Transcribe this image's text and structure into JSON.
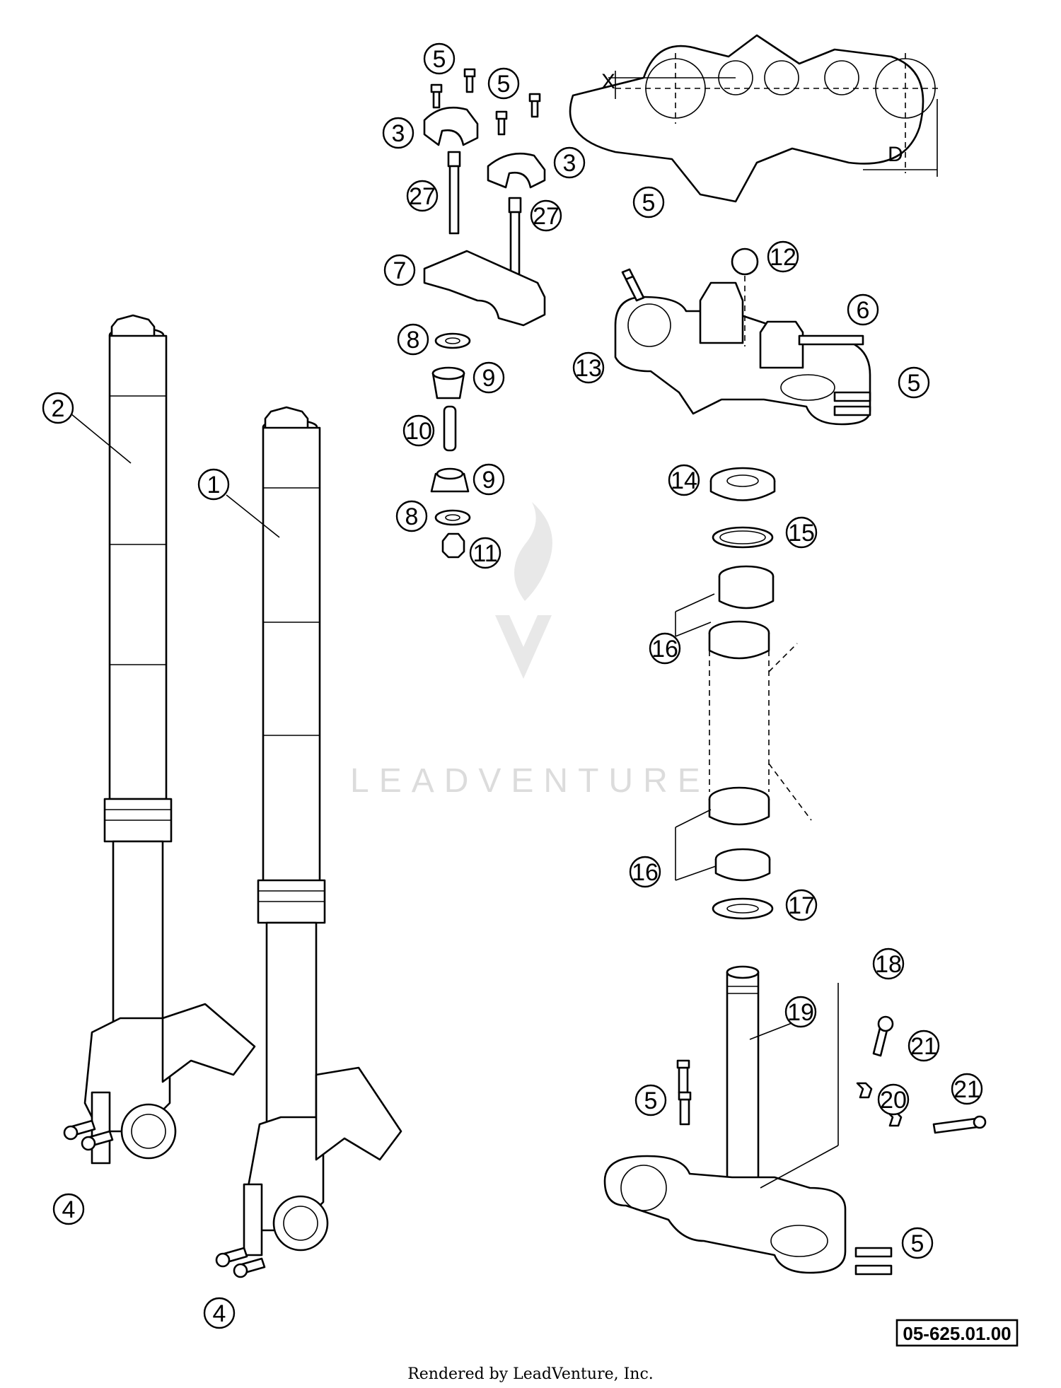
{
  "diagram": {
    "callouts": {
      "c1": "1",
      "c2": "2",
      "c3a": "3",
      "c3b": "3",
      "c4a": "4",
      "c4b": "4",
      "c5a": "5",
      "c5b": "5",
      "c5c": "5",
      "c5d": "5",
      "c5e": "5",
      "c5f": "5",
      "c6": "6",
      "c7": "7",
      "c8a": "8",
      "c8b": "8",
      "c9a": "9",
      "c9b": "9",
      "c10": "10",
      "c11": "11",
      "c12": "12",
      "c13": "13",
      "c14": "14",
      "c15": "15",
      "c16a": "16",
      "c16b": "16",
      "c17": "17",
      "c18": "18",
      "c19": "19",
      "c20": "20",
      "c21a": "21",
      "c21b": "21",
      "c27a": "27",
      "c27b": "27"
    },
    "dimension_labels": {
      "x": "X",
      "d": "D"
    },
    "reference_number": "05-625.01.00",
    "watermark": "LEADVENTURE",
    "footer": "Rendered by LeadVenture, Inc."
  }
}
